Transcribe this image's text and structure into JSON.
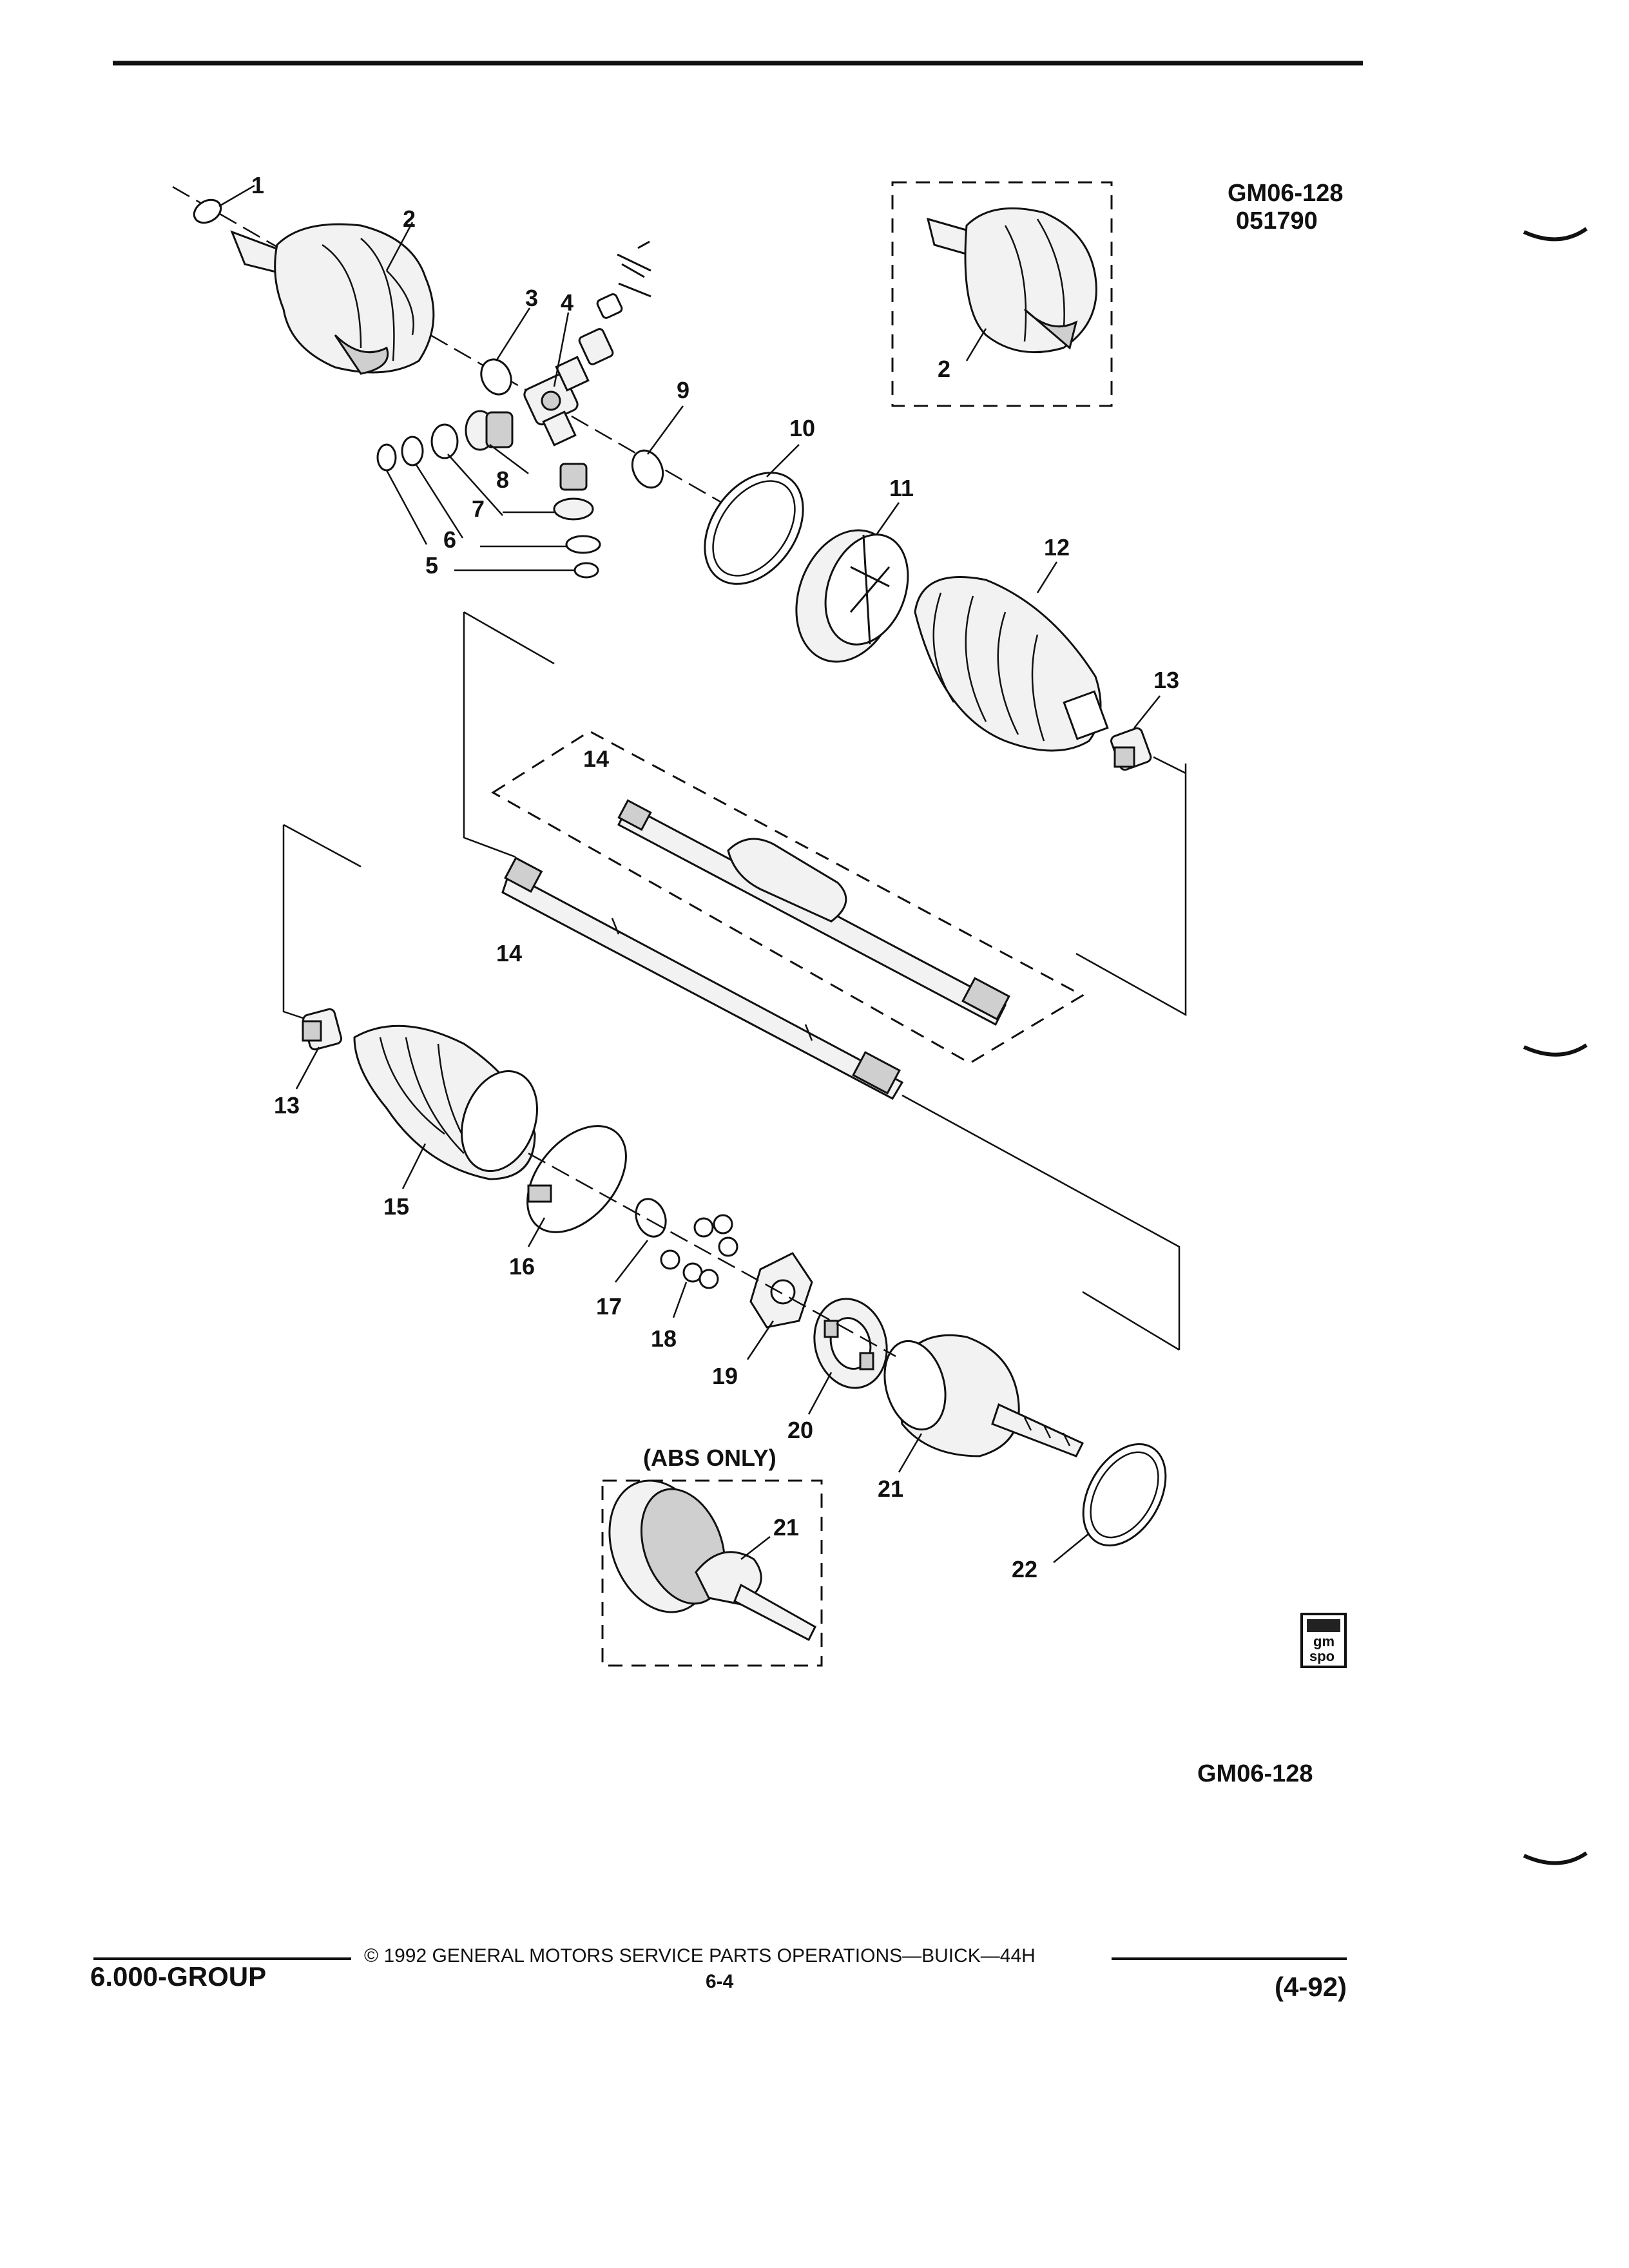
{
  "header": {
    "ref_code": "GM06-128",
    "ref_date": "051790"
  },
  "callouts": [
    "1",
    "2",
    "3",
    "4",
    "5",
    "6",
    "7",
    "8",
    "9",
    "10",
    "11",
    "12",
    "13",
    "14",
    "15",
    "16",
    "17",
    "18",
    "19",
    "20",
    "21",
    "22"
  ],
  "insets": {
    "abs_label": "(ABS ONLY)"
  },
  "figure_code": "GM06-128",
  "logo": {
    "text_top": "gm",
    "text_bottom": "spo"
  },
  "footer": {
    "group": "6.000-GROUP",
    "copyright": "© 1992 GENERAL MOTORS SERVICE PARTS OPERATIONS—BUICK—44H",
    "page": "6-4",
    "revision": "(4-92)"
  }
}
